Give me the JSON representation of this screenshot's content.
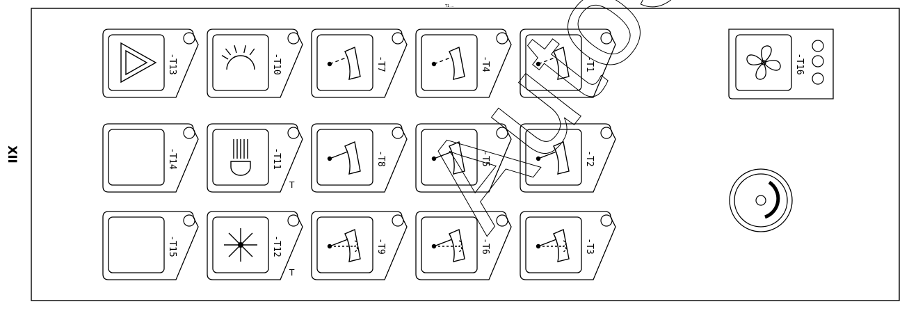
{
  "panel": {
    "side_label": "XII",
    "top_mark": "T1 ...",
    "watermark": "AutoSoft"
  },
  "switches": [
    {
      "id": "T13",
      "label": "-T13",
      "icon": "hazard-triangle-icon"
    },
    {
      "id": "T10",
      "label": "-T10",
      "icon": "dome-light-icon"
    },
    {
      "id": "T7",
      "label": "-T7",
      "icon": "wiper-interval-icon"
    },
    {
      "id": "T4",
      "label": "-T4",
      "icon": "wiper-interval-icon"
    },
    {
      "id": "T1",
      "label": "-T1",
      "icon": "wiper-interval-icon"
    },
    {
      "id": "T14",
      "label": "-T14",
      "icon": "blank-icon"
    },
    {
      "id": "T11",
      "label": "-T11",
      "icon": "work-light-icon",
      "mark": "T"
    },
    {
      "id": "T8",
      "label": "-T8",
      "icon": "wiper-continuous-icon"
    },
    {
      "id": "T5",
      "label": "-T5",
      "icon": "wiper-continuous-icon"
    },
    {
      "id": "T2",
      "label": "-T2",
      "icon": "wiper-continuous-icon"
    },
    {
      "id": "T15",
      "label": "-T15",
      "icon": "blank-icon"
    },
    {
      "id": "T12",
      "label": "-T12",
      "icon": "snowflake-icon",
      "mark": "T"
    },
    {
      "id": "T9",
      "label": "-T9",
      "icon": "washer-icon"
    },
    {
      "id": "T6",
      "label": "-T6",
      "icon": "washer-icon"
    },
    {
      "id": "T3",
      "label": "-T3",
      "icon": "washer-icon"
    }
  ],
  "fan_switch": {
    "id": "T16",
    "label": "-T16",
    "icon": "fan-icon",
    "indicators": 3
  },
  "rotary_knob": {
    "icon": "rotary-knob-icon"
  }
}
